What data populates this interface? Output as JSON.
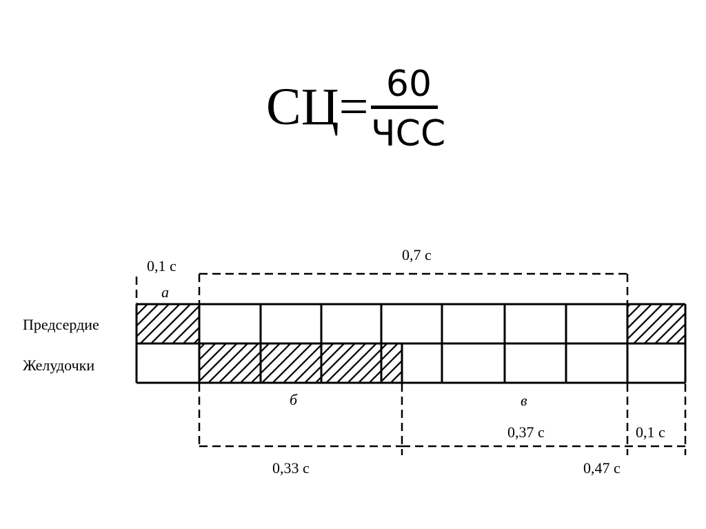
{
  "formula": {
    "left": "СЦ=",
    "numerator": "60",
    "denominator": "ЧСС"
  },
  "diagram": {
    "rows": [
      "Предсердие",
      "Желудочки"
    ],
    "top_labels": {
      "atrial_time": "0,1 с",
      "atrial_phase": "а",
      "ventricular_time": "0,7 с"
    },
    "bottom_labels": {
      "systole_phase": "б",
      "diastole_phase": "в",
      "diastole_part": "0,37 с",
      "atrial_part": "0,1 с",
      "systole_time": "0,33 с",
      "diastole_time": "0,47 с"
    }
  }
}
